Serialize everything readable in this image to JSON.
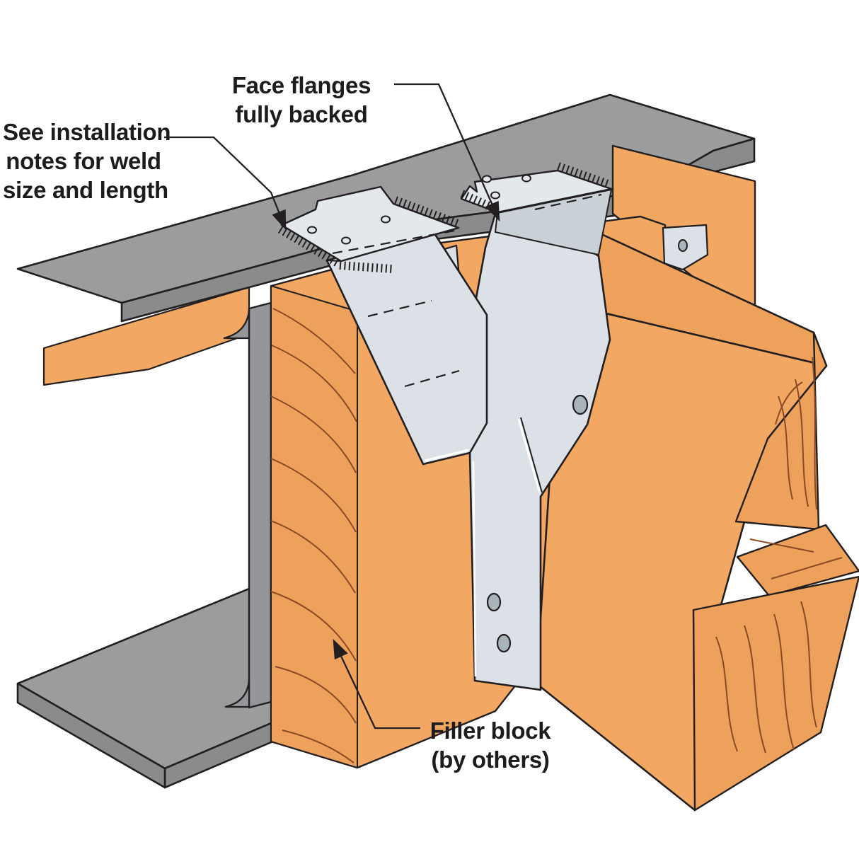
{
  "figure": {
    "annotations": {
      "weld_note": {
        "lines": [
          "See installation",
          "notes for weld",
          "size and length"
        ]
      },
      "face_flanges": {
        "lines": [
          "Face flanges",
          "fully backed"
        ]
      },
      "filler_block": {
        "lines": [
          "Filler block",
          "(by others)"
        ]
      }
    },
    "colors": {
      "text": "#1e1b1c",
      "outline": "#231f20",
      "steel_top": "#9b9c9e",
      "steel_front": "#8a8b8d",
      "steel_web": "#95969a",
      "wood": "#f2a862",
      "wood_shade": "#eda15b",
      "wood_grain": "#8a4a25",
      "hanger": "#dbe1e6",
      "hanger_wrap": "#c9d1d7",
      "hanger_light": "#e3e8ec",
      "hole": "#a9b3ba",
      "highlight": "#ffffff"
    }
  }
}
